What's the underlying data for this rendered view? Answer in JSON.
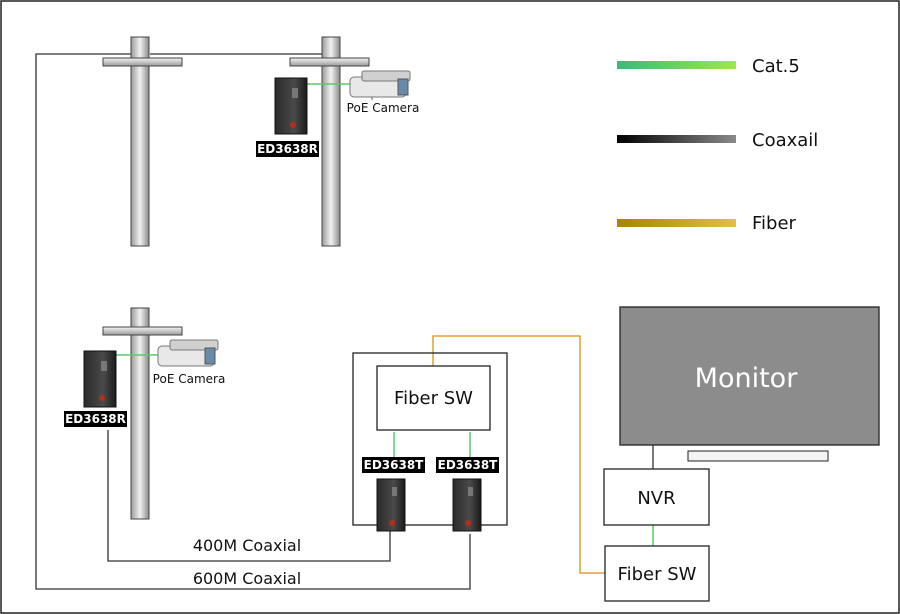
{
  "legend": {
    "cat5": "Cat.5",
    "coax": "Coaxail",
    "fiber": "Fiber"
  },
  "devices": {
    "receiver_top": "ED3638R",
    "receiver_left": "ED3638R",
    "transmitter_1": "ED3638T",
    "transmitter_2": "ED3638T"
  },
  "cameras": {
    "camera_top": "PoE Camera",
    "camera_left": "PoE Camera"
  },
  "boxes": {
    "fiber_sw_upper": "Fiber SW",
    "fiber_sw_lower": "Fiber SW",
    "nvr": "NVR",
    "monitor": "Monitor"
  },
  "cables": {
    "coax_400": "400M Coaxial",
    "coax_600": "600M Coaxial"
  },
  "colors": {
    "cat5": "#5cc86a",
    "coax": "#333333",
    "fiber": "#e0a030",
    "tag_bg": "#000000",
    "monitor_screen": "#8c8c8c"
  }
}
